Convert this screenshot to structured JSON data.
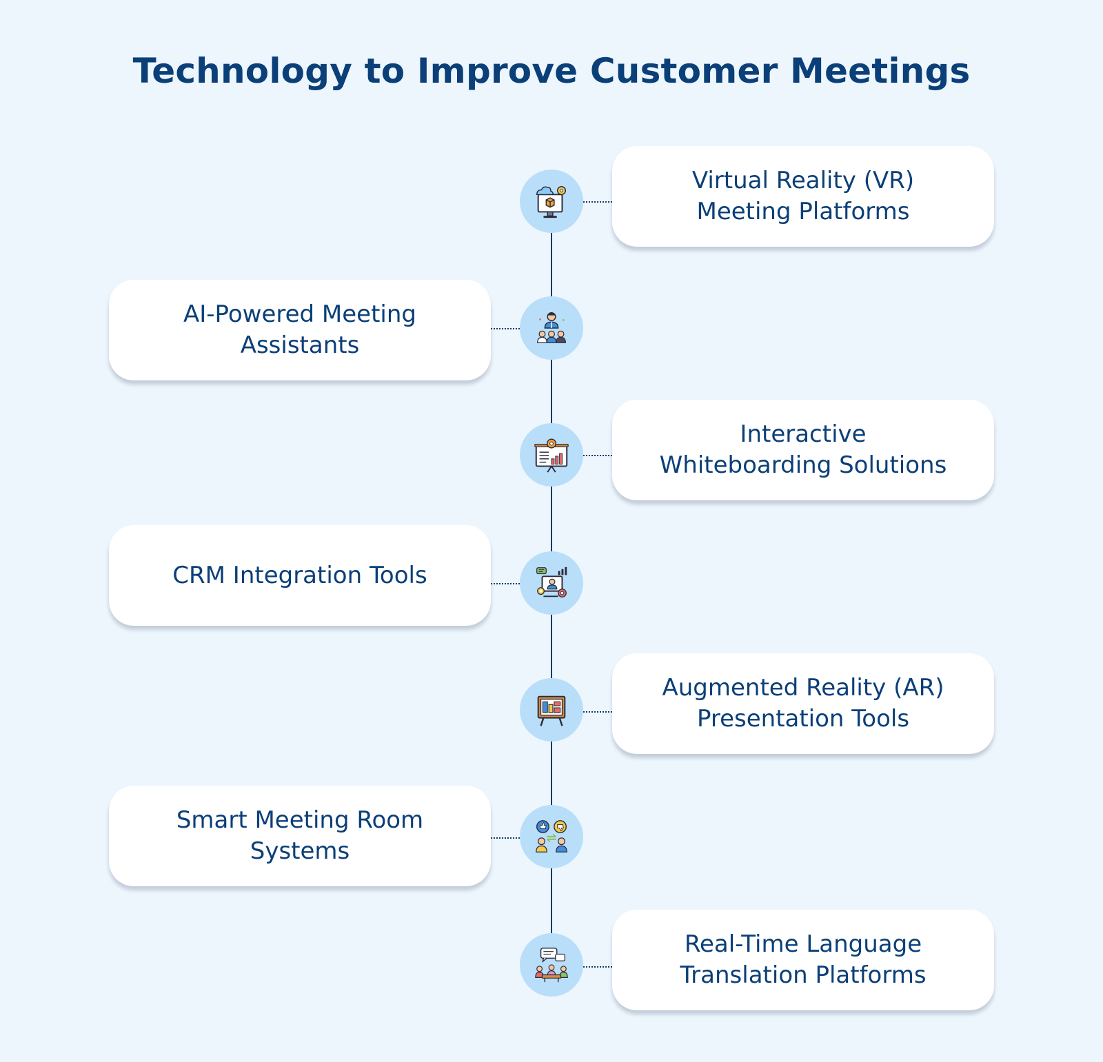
{
  "title": "Technology to Improve Customer Meetings",
  "items": [
    {
      "label_lines": [
        "Virtual Reality (VR)",
        "Meeting Platforms"
      ],
      "side": "right",
      "icon": "vr-monitor-cloud-icon"
    },
    {
      "label_lines": [
        "AI-Powered Meeting",
        "Assistants"
      ],
      "side": "left",
      "icon": "meeting-presenter-icon"
    },
    {
      "label_lines": [
        "Interactive",
        "Whiteboarding Solutions"
      ],
      "side": "right",
      "icon": "whiteboard-chart-icon"
    },
    {
      "label_lines": [
        "CRM Integration Tools"
      ],
      "side": "left",
      "icon": "crm-network-icon"
    },
    {
      "label_lines": [
        "Augmented Reality (AR)",
        "Presentation Tools"
      ],
      "side": "right",
      "icon": "presentation-easel-icon"
    },
    {
      "label_lines": [
        "Smart Meeting Room",
        "Systems"
      ],
      "side": "left",
      "icon": "feedback-exchange-icon"
    },
    {
      "label_lines": [
        "Real-Time Language",
        "Translation Platforms"
      ],
      "side": "right",
      "icon": "conversation-team-icon"
    }
  ]
}
